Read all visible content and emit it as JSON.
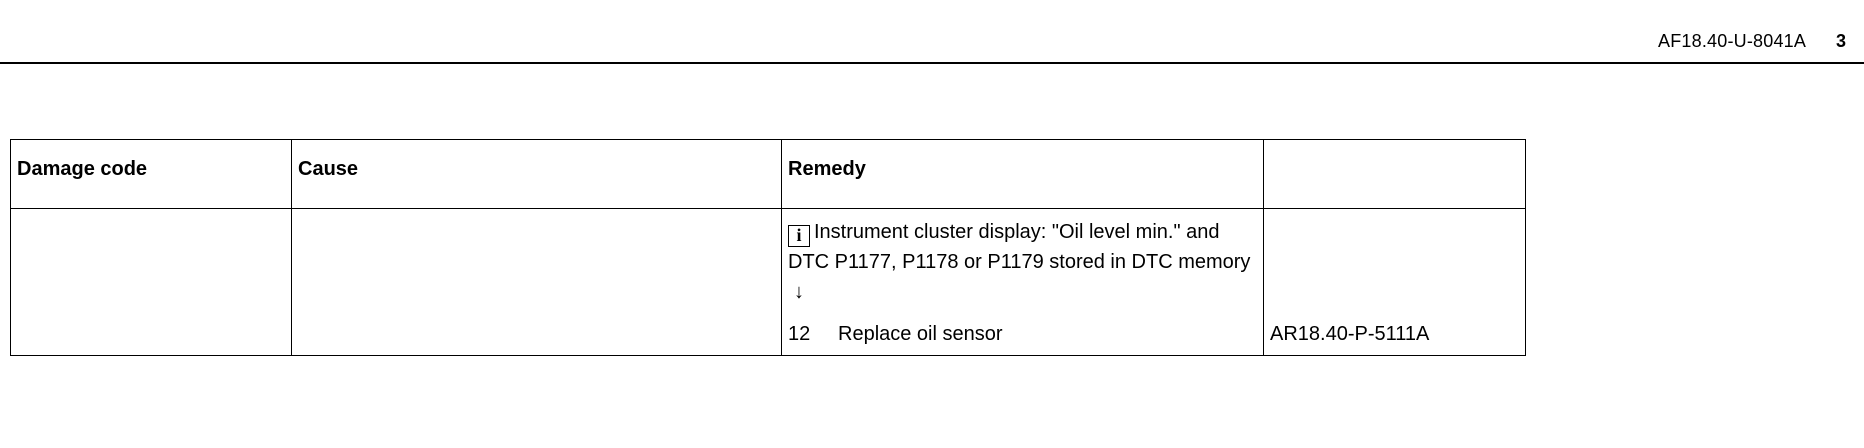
{
  "header": {
    "doc_id": "AF18.40-U-8041A",
    "page_number": "3"
  },
  "table": {
    "columns": [
      "Damage code",
      "Cause",
      "Remedy",
      ""
    ],
    "row": {
      "damage_code": "",
      "cause": "",
      "remedy_note": "Instrument cluster display: \"Oil level min.\" and DTC P1177, P1178 or P1179 stored in DTC memory",
      "remedy_note_icon": "info-icon",
      "remedy_note_arrow": "↓",
      "step_number": "12",
      "step_text": "Replace oil sensor",
      "reference": "AR18.40-P-5111A"
    }
  }
}
